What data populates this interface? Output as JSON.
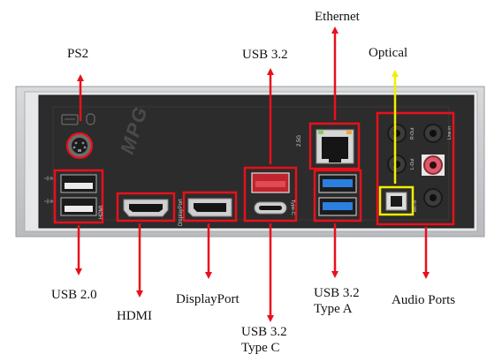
{
  "panel": {
    "brand": "MPG",
    "port_markings": [
      "HDMI",
      "DisplayPort",
      "Type-C",
      "L-Out",
      "Line-in",
      "R-Out",
      "Mic-in",
      "2.5G"
    ]
  },
  "labels": {
    "ps2": "PS2",
    "ethernet": "Ethernet",
    "usb32": "USB 3.2",
    "optical": "Optical",
    "usb20": "USB 2.0",
    "hdmi": "HDMI",
    "displayport": "DisplayPort",
    "usb32_typec_l1": "USB 3.2",
    "usb32_typec_l2": "Type C",
    "usb32_typea_l1": "USB 3.2",
    "usb32_typea_l2": "Type A",
    "audio": "Audio Ports"
  },
  "colors": {
    "highlight": "#e8101a",
    "optical_highlight": "#f2ee00",
    "panel": "#2c2c2c",
    "usb30": "#2a7fe0",
    "usb_red": "#c0242c",
    "audio_pink": "#e0586a"
  }
}
